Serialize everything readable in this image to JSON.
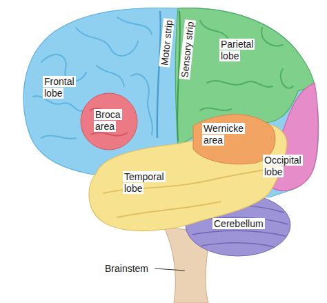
{
  "diagram": {
    "labels": [
      "Frontal lobe",
      "Motor strip",
      "Sensory strip",
      "Parietal lobe",
      "Broca area",
      "Wernicke area",
      "Temporal lobe",
      "Occipital lobe",
      "Cerebellum",
      "Brainstem"
    ]
  }
}
